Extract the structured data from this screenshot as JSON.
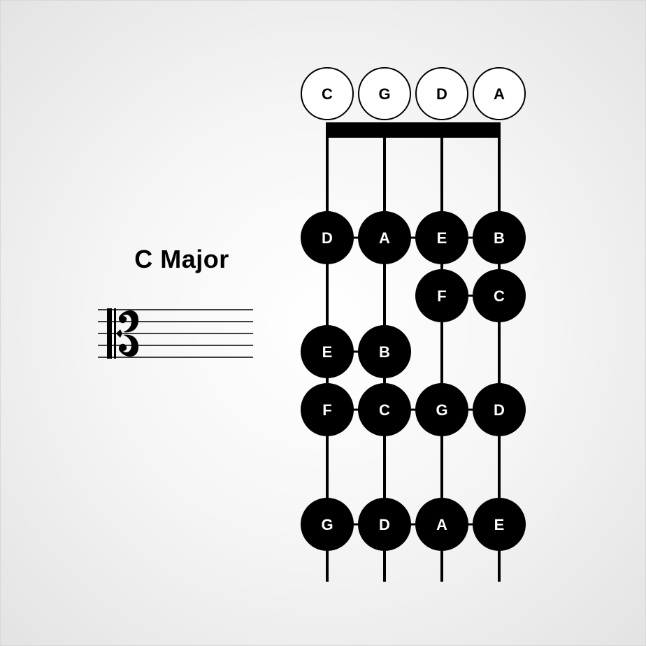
{
  "title": "C Major",
  "open_strings": [
    "C",
    "G",
    "D",
    "A"
  ],
  "fret_rows": [
    [
      "D",
      "A",
      "E",
      "B"
    ],
    [
      "",
      "",
      "F",
      "C"
    ],
    [
      "E",
      "B",
      "",
      ""
    ],
    [
      "F",
      "C",
      "G",
      "D"
    ],
    [
      "",
      "",
      "",
      ""
    ],
    [
      "G",
      "D",
      "A",
      "E"
    ]
  ],
  "colors": {
    "note_fill": "#000000",
    "note_text": "#ffffff",
    "open_fill": "#ffffff",
    "line": "#000000"
  },
  "clef": "alto-clef-icon"
}
